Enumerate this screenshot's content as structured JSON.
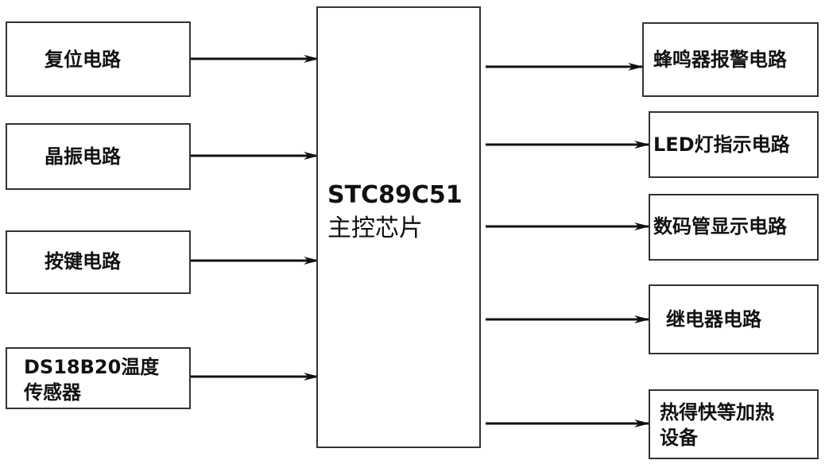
{
  "inputs": [
    {
      "label": "复位电路"
    },
    {
      "label": "晶振电路"
    },
    {
      "label": "按键电路"
    },
    {
      "label_line1": "DS18B20温度",
      "label_line2": "传感器"
    }
  ],
  "center": {
    "title": "STC89C51",
    "subtitle": "主控芯片"
  },
  "outputs": [
    {
      "label": "蜂鸣器报警电路"
    },
    {
      "label": "LED灯指示电路"
    },
    {
      "label": "数码管显示电路"
    },
    {
      "label": "继电器电路"
    },
    {
      "label_line1": "热得快等加热",
      "label_line2": "设备"
    }
  ]
}
